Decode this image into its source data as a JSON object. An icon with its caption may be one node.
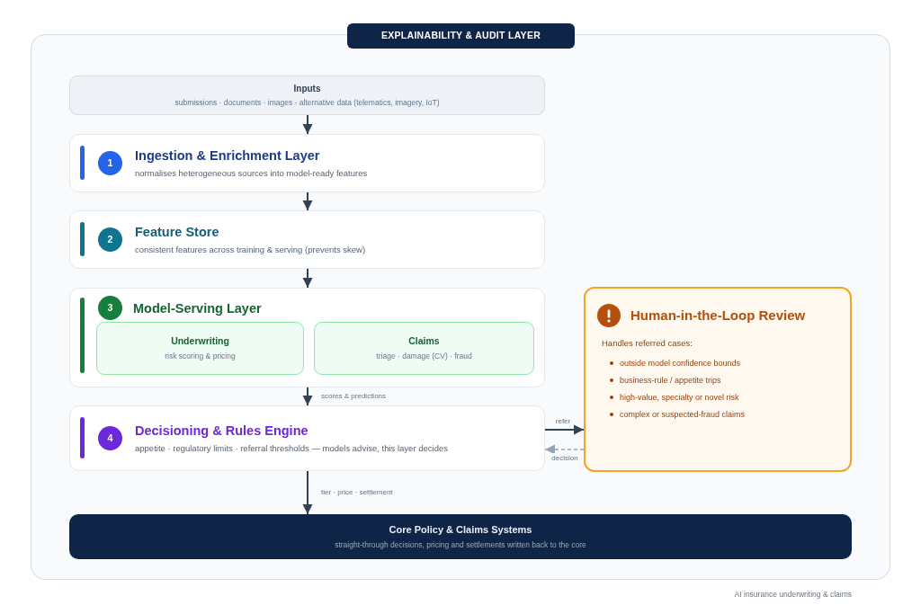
{
  "diagram": {
    "nodes": [
      {
        "text": [
          "EXPLAINABILITY & AUDIT LAYER"
        ]
      },
      {
        "text": [
          "Inputs",
          "submissions · documents · images · alternative data (telematics, imagery, IoT)"
        ],
        "in": 0
      },
      {
        "text": [
          "1",
          "Ingestion & Enrichment Layer",
          "normalises heterogeneous sources into model-ready features"
        ],
        "in": 0
      },
      {
        "text": [
          "2",
          "Feature Store",
          "consistent features across training & serving (prevents skew)"
        ],
        "in": 0
      },
      {
        "text": [
          "3",
          "Model-Serving Layer"
        ],
        "in": 0
      },
      {
        "text": [
          "Underwriting",
          "risk scoring & pricing"
        ],
        "in": 4
      },
      {
        "text": [
          "Claims",
          "triage · damage (CV) · fraud"
        ],
        "in": 4
      },
      {
        "text": [
          "4",
          "Decisioning & Rules Engine",
          "appetite · regulatory limits · referral thresholds — models advise, this layer decides"
        ],
        "in": 0
      },
      {
        "text": [
          "Human-in-the-Loop Review",
          "Handles referred cases:",
          "outside model confidence bounds",
          "business-rule / appetite trips",
          "high-value, specialty or novel risk",
          "complex or suspected-fraud claims"
        ],
        "in": 0
      },
      {
        "text": [
          "Core Policy & Claims Systems",
          "straight-through decisions, pricing and settlements written back to the core"
        ],
        "in": 0
      }
    ],
    "edges": [
      {
        "from": 1,
        "to": 2,
        "arrow": "to"
      },
      {
        "from": 2,
        "to": 3,
        "arrow": "to"
      },
      {
        "from": 3,
        "to": 4,
        "arrow": "to"
      },
      {
        "from": 4,
        "to": 7,
        "arrow": "to",
        "label": "scores & predictions"
      },
      {
        "from": 7,
        "to": 9,
        "arrow": "to",
        "label": "tier · price · settlement"
      },
      {
        "from": 7,
        "to": 8,
        "arrow": "to",
        "label": "refer"
      },
      {
        "from": 8,
        "to": 7,
        "arrow": "to",
        "label": "decision",
        "style": "dashed",
        "color": "#94a3b8"
      }
    ],
    "labels": [
      "AI insurance underwriting & claims"
    ]
  }
}
